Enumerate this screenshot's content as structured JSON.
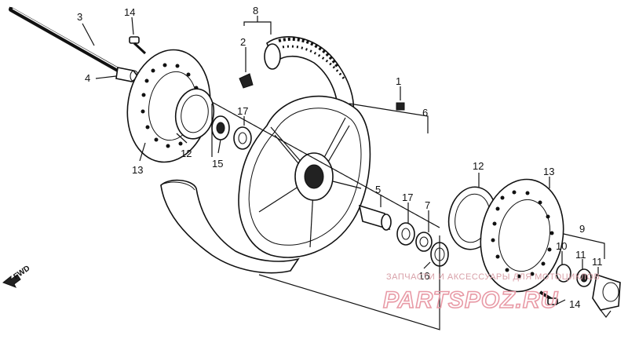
{
  "diagram": {
    "callouts": [
      {
        "id": "c3",
        "text": "3"
      },
      {
        "id": "c14a",
        "text": "14"
      },
      {
        "id": "c8",
        "text": "8"
      },
      {
        "id": "c2",
        "text": "2"
      },
      {
        "id": "c4",
        "text": "4"
      },
      {
        "id": "c1",
        "text": "1"
      },
      {
        "id": "c17a",
        "text": "17"
      },
      {
        "id": "c6",
        "text": "6"
      },
      {
        "id": "c12a",
        "text": "12"
      },
      {
        "id": "c15",
        "text": "15"
      },
      {
        "id": "c13a",
        "text": "13"
      },
      {
        "id": "c12b",
        "text": "12"
      },
      {
        "id": "c13b",
        "text": "13"
      },
      {
        "id": "c5",
        "text": "5"
      },
      {
        "id": "c17b",
        "text": "17"
      },
      {
        "id": "c7",
        "text": "7"
      },
      {
        "id": "c9",
        "text": "9"
      },
      {
        "id": "c10",
        "text": "10"
      },
      {
        "id": "c11a",
        "text": "11"
      },
      {
        "id": "c11b",
        "text": "11"
      },
      {
        "id": "c16",
        "text": "16"
      },
      {
        "id": "c14b",
        "text": "14"
      }
    ],
    "direction_label": "FWD"
  },
  "watermark": {
    "caption": "ЗАПЧАСТИ И АКСЕССУАРЫ ДЛЯ МОТОЦИКЛОВ",
    "brand": "PARTSPOZ.RU",
    "color": "#e89aa6"
  }
}
